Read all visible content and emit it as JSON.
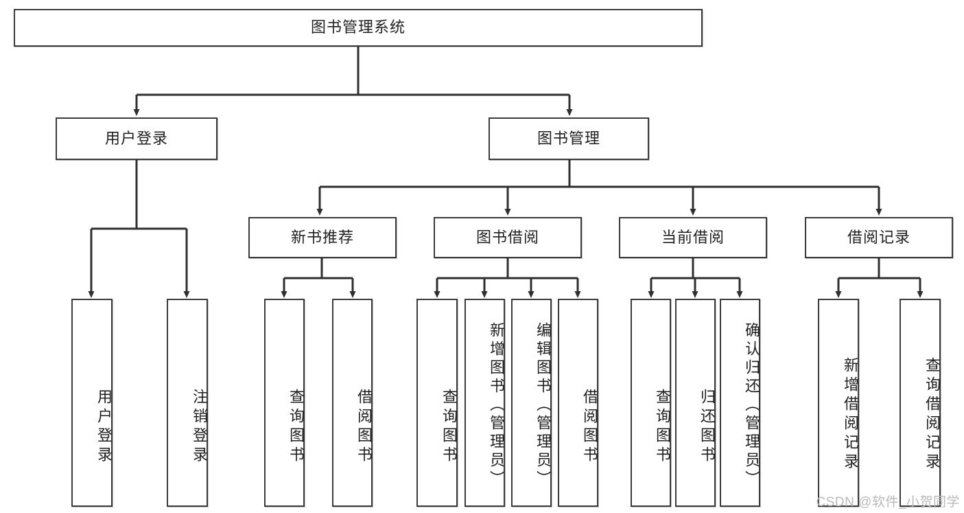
{
  "diagram": {
    "title": "图书管理系统",
    "type": "tree-hierarchy-diagram",
    "watermark": "CSDN @软件_小贺同学",
    "colors": {
      "box_border": "#3a3a3a",
      "box_fill": "#ffffff",
      "line": "#2f2f2f",
      "text": "#1f1f1f",
      "watermark": "#b9b9b9",
      "background": "#ffffff"
    },
    "root": {
      "label": "图书管理系统"
    },
    "level2": [
      {
        "id": "user-login",
        "label": "用户登录"
      },
      {
        "id": "book-manage",
        "label": "图书管理"
      }
    ],
    "level3": [
      {
        "id": "new-book-recommend",
        "label": "新书推荐",
        "parent": "book-manage"
      },
      {
        "id": "book-borrow",
        "label": "图书借阅",
        "parent": "book-manage"
      },
      {
        "id": "current-borrow",
        "label": "当前借阅",
        "parent": "book-manage"
      },
      {
        "id": "borrow-record",
        "label": "借阅记录",
        "parent": "book-manage"
      }
    ],
    "leaves": {
      "user-login": [
        {
          "id": "leaf-user-login",
          "label": "用户登录"
        },
        {
          "id": "leaf-user-logout",
          "label": "注销登录"
        }
      ],
      "new-book-recommend": [
        {
          "id": "leaf-query-book-1",
          "label": "查询图书"
        },
        {
          "id": "leaf-borrow-book-1",
          "label": "借阅图书"
        }
      ],
      "book-borrow": [
        {
          "id": "leaf-query-book-2",
          "label": "查询图书"
        },
        {
          "id": "leaf-add-book",
          "label": "新增图书（管理员）"
        },
        {
          "id": "leaf-edit-book",
          "label": "编辑图书（管理员）"
        },
        {
          "id": "leaf-borrow-book-2",
          "label": "借阅图书"
        }
      ],
      "current-borrow": [
        {
          "id": "leaf-query-book-3",
          "label": "查询图书"
        },
        {
          "id": "leaf-return-book",
          "label": "归还图书"
        },
        {
          "id": "leaf-confirm-return",
          "label": "确认归还（管理员）"
        }
      ],
      "borrow-record": [
        {
          "id": "leaf-add-record",
          "label": "新增借阅记录"
        },
        {
          "id": "leaf-query-record",
          "label": "查询借阅记录"
        }
      ]
    }
  }
}
